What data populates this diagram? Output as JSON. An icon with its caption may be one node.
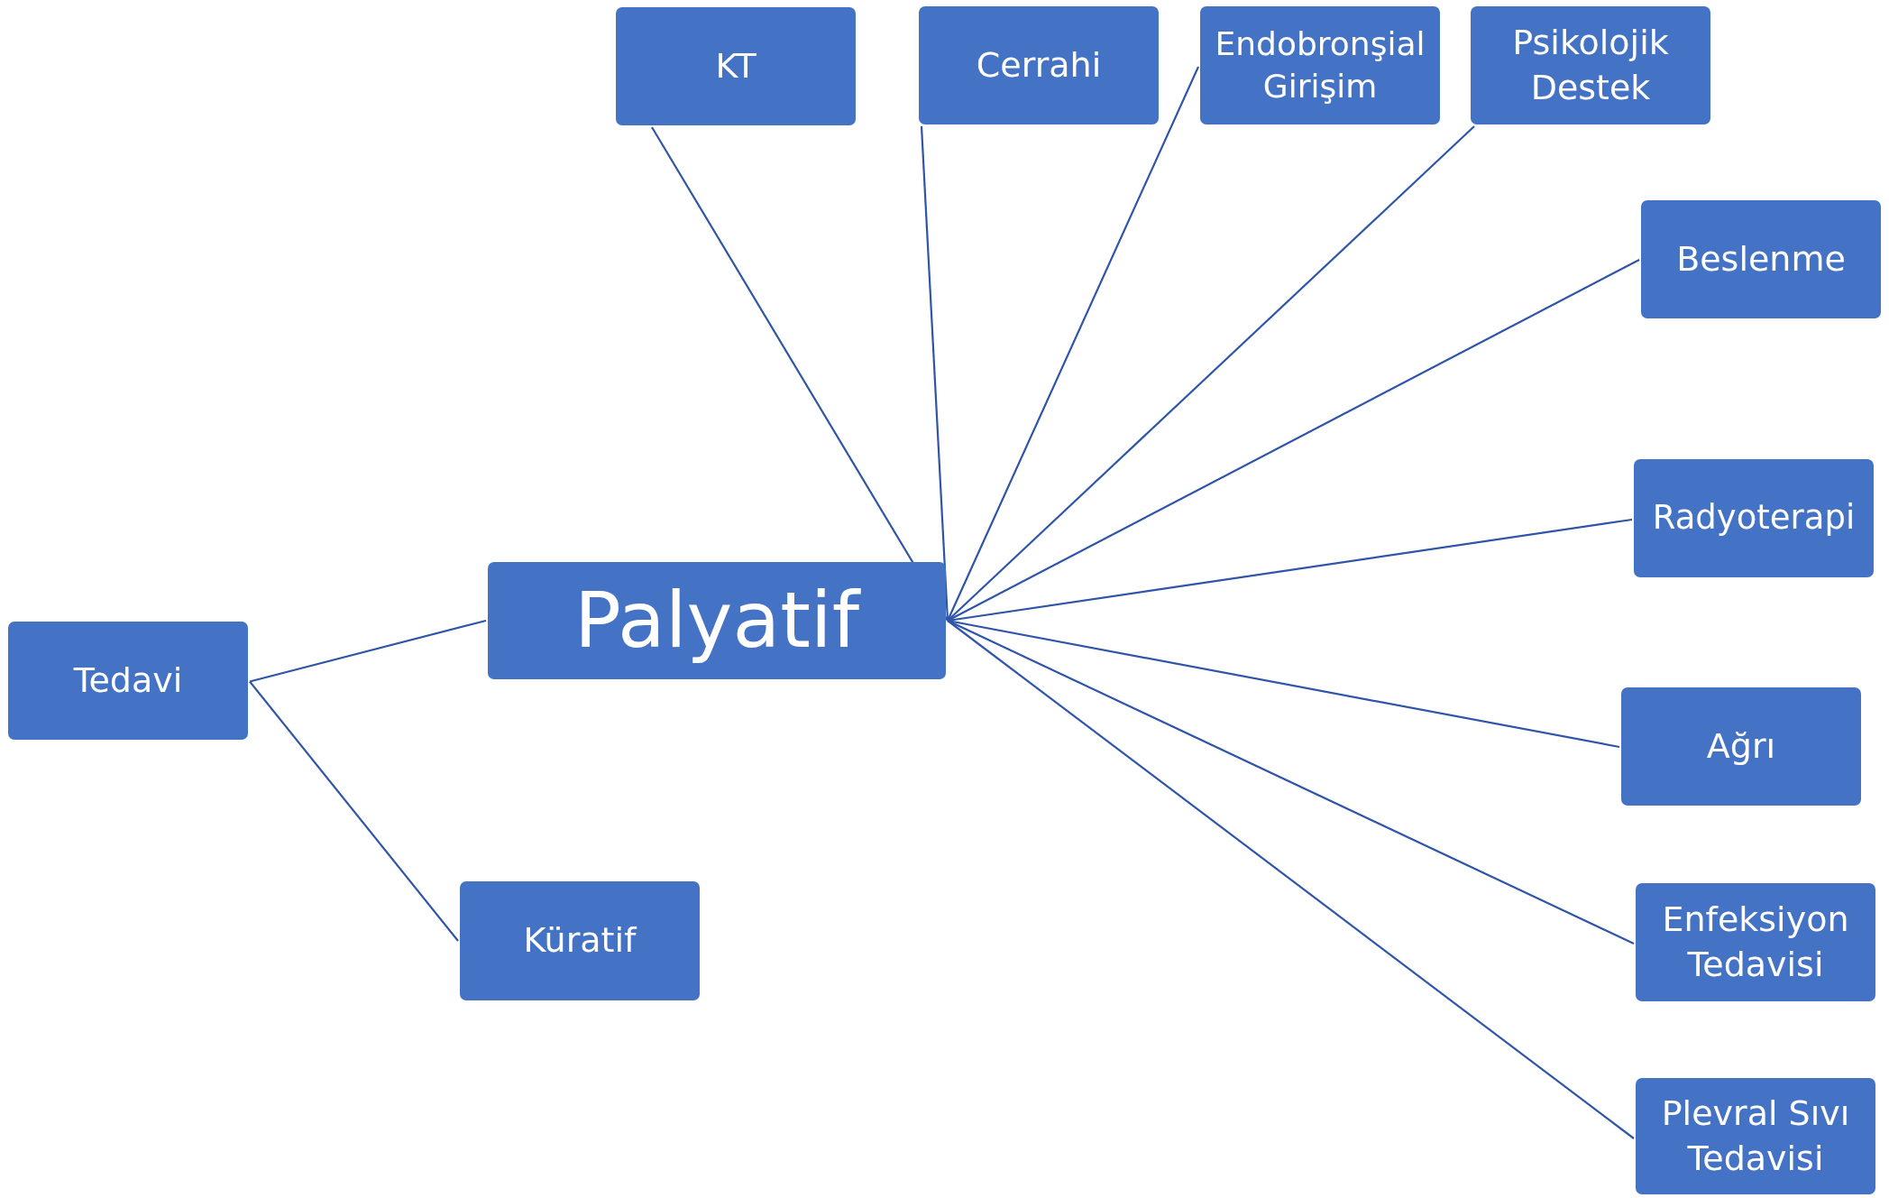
{
  "diagram": {
    "nodes": [
      {
        "text": [
          "Tedavi"
        ]
      },
      {
        "text": [
          "Palyatif"
        ]
      },
      {
        "text": [
          "Küratif"
        ]
      },
      {
        "text": [
          "KT"
        ]
      },
      {
        "text": [
          "Cerrahi"
        ]
      },
      {
        "text": [
          "Endobronşial Girişim"
        ]
      },
      {
        "text": [
          "Psikolojik Destek"
        ]
      },
      {
        "text": [
          "Beslenme"
        ]
      },
      {
        "text": [
          "Radyoterapi"
        ]
      },
      {
        "text": [
          "Ağrı"
        ]
      },
      {
        "text": [
          "Enfeksiyon Tedavisi"
        ]
      },
      {
        "text": [
          "Plevral Sıvı Tedavisi"
        ]
      }
    ],
    "edges": [
      {
        "from": 0,
        "to": 1,
        "arrow": "none"
      },
      {
        "from": 0,
        "to": 2,
        "arrow": "none"
      },
      {
        "from": 1,
        "to": 3,
        "arrow": "none"
      },
      {
        "from": 1,
        "to": 4,
        "arrow": "none"
      },
      {
        "from": 1,
        "to": 5,
        "arrow": "none"
      },
      {
        "from": 1,
        "to": 6,
        "arrow": "none"
      },
      {
        "from": 1,
        "to": 7,
        "arrow": "none"
      },
      {
        "from": 1,
        "to": 8,
        "arrow": "none"
      },
      {
        "from": 1,
        "to": 9,
        "arrow": "none"
      },
      {
        "from": 1,
        "to": 10,
        "arrow": "none"
      },
      {
        "from": 1,
        "to": 11,
        "arrow": "none"
      }
    ]
  }
}
